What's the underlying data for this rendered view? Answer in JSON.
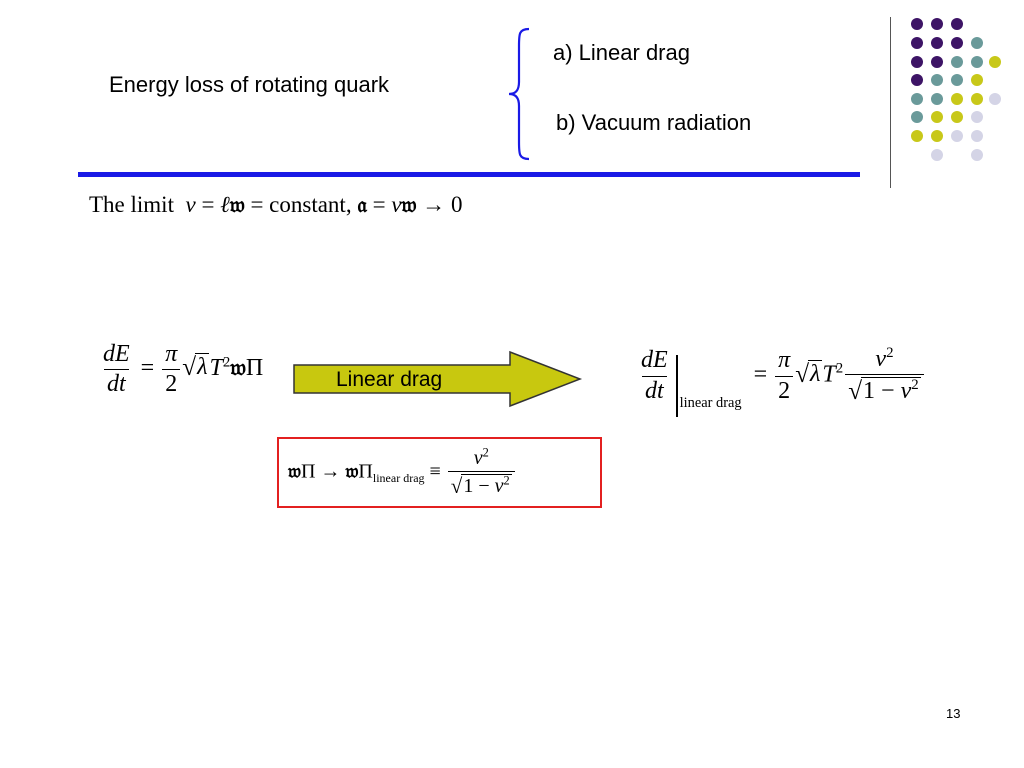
{
  "slide": {
    "title": "Energy loss of rotating quark",
    "options": {
      "a": "a) Linear drag",
      "b": "b) Vacuum radiation"
    },
    "arrow_label": "Linear drag",
    "page_number": "13"
  },
  "math": {
    "limit_text": "The limit",
    "constant_word": "constant,",
    "linear_drag_sub": "linear drag"
  },
  "colors": {
    "rule_blue": "#1a1ae6",
    "arrow_fill": "#c8c80f",
    "box_red": "#e32020",
    "dot_purple": "#3d1466",
    "dot_teal": "#6a9a9a",
    "dot_yellow": "#c8c819",
    "dot_lavender": "#d4d4e6"
  }
}
